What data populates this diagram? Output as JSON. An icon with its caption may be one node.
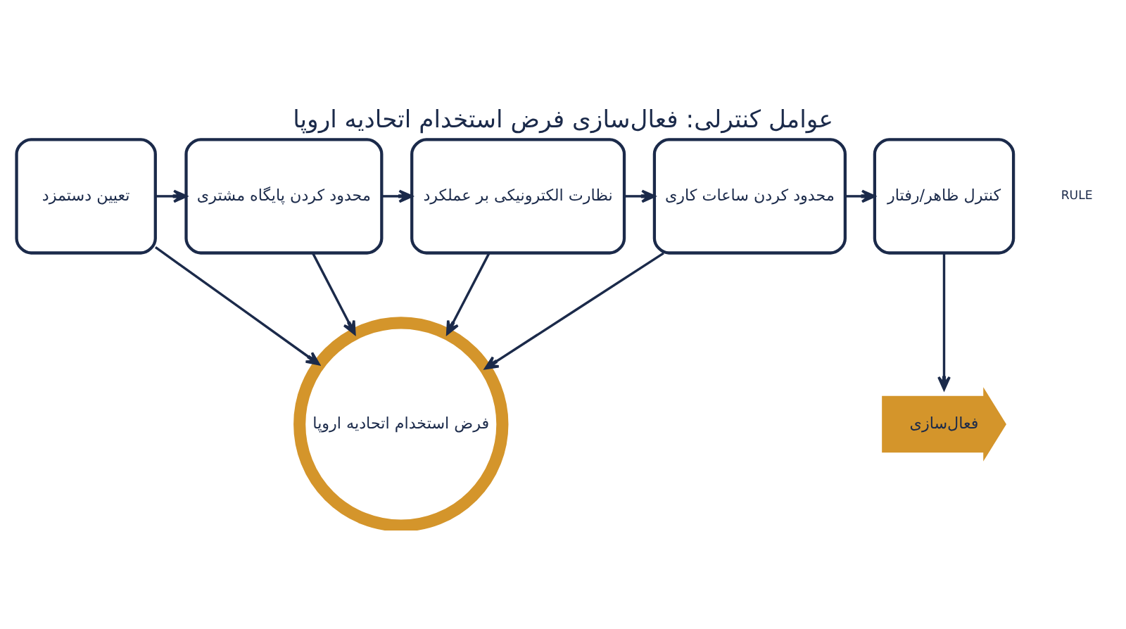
{
  "diagram": {
    "title": "عوامل کنترلی: فعال‌سازی فرض استخدام اتحادیه اروپا",
    "nodes": [
      {
        "text": [
          "کنترل ظاهر/رفتار"
        ]
      },
      {
        "text": [
          "محدود کردن ساعات کاری"
        ]
      },
      {
        "text": [
          "نظارت الکترونیکی بر عملکرد"
        ]
      },
      {
        "text": [
          "محدود کردن پایگاه مشتری"
        ]
      },
      {
        "text": [
          "تعیین دستمزد"
        ]
      },
      {
        "text": [
          "فرض استخدام اتحادیه اروپا"
        ]
      },
      {
        "text": [
          "فعال‌سازی"
        ]
      }
    ],
    "edges": [
      {
        "from": 4,
        "to": 3,
        "arrow": "to"
      },
      {
        "from": 3,
        "to": 2,
        "arrow": "to"
      },
      {
        "from": 2,
        "to": 1,
        "arrow": "to"
      },
      {
        "from": 1,
        "to": 0,
        "arrow": "to"
      },
      {
        "from": 4,
        "to": 5,
        "arrow": "to"
      },
      {
        "from": 3,
        "to": 5,
        "arrow": "to"
      },
      {
        "from": 2,
        "to": 5,
        "arrow": "to"
      },
      {
        "from": 1,
        "to": 5,
        "arrow": "to"
      },
      {
        "from": 0,
        "to": 6,
        "arrow": "to"
      }
    ],
    "labels": [
      "RULE"
    ]
  }
}
